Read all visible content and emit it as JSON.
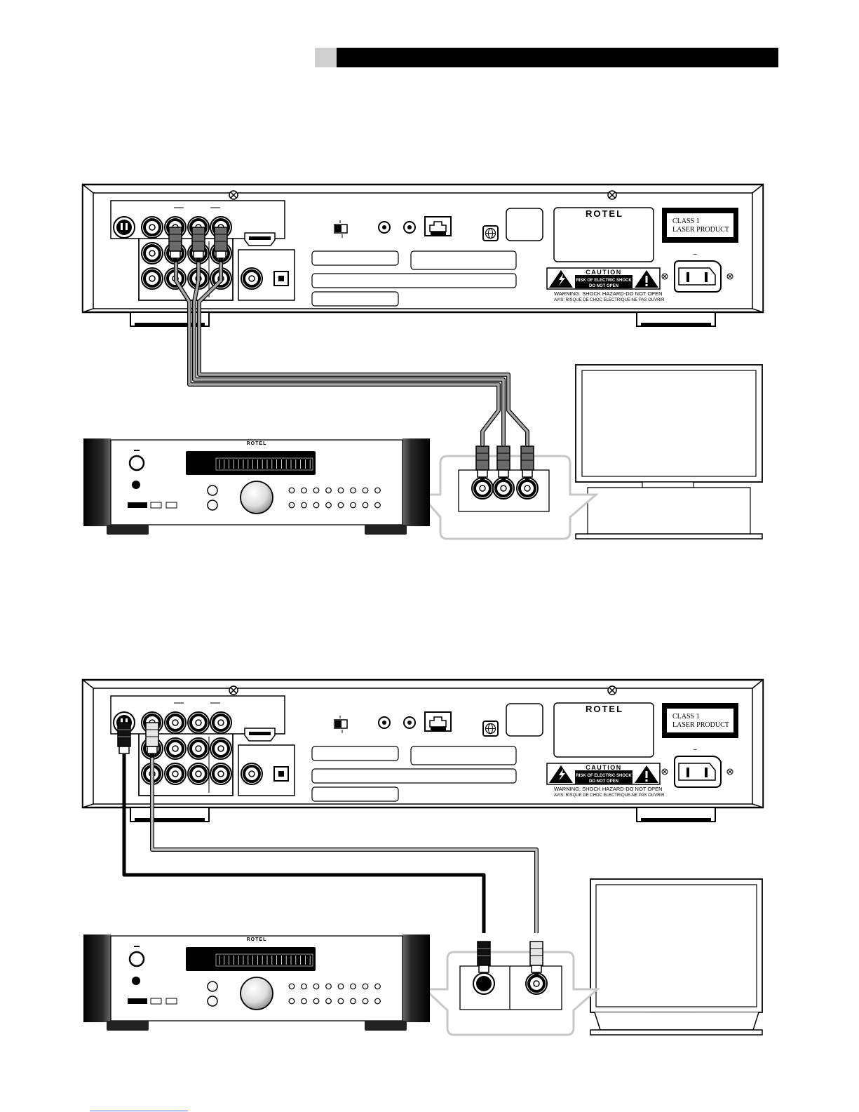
{
  "labels": {
    "brand": "ROTEL",
    "laser_line1": "CLASS 1",
    "laser_line2": "LASER PRODUCT",
    "caution": "CAUTION",
    "risk_line1": "RISK OF ELECTRIC SHOCK",
    "risk_line2": "DO NOT OPEN",
    "warning": "WARNING: SHOCK HAZARD-DO NOT OPEN",
    "avis": "AVIS: RISQUE DE CHOC ELECTRIQUE-NE PAS OUVRIR",
    "tilde": "~"
  },
  "colors": {
    "component_cable": "#a8a8a8",
    "svideo_cable": "#000000",
    "composite_cable": "#c4c4c4",
    "callout_outline": "#c8c8c8"
  }
}
